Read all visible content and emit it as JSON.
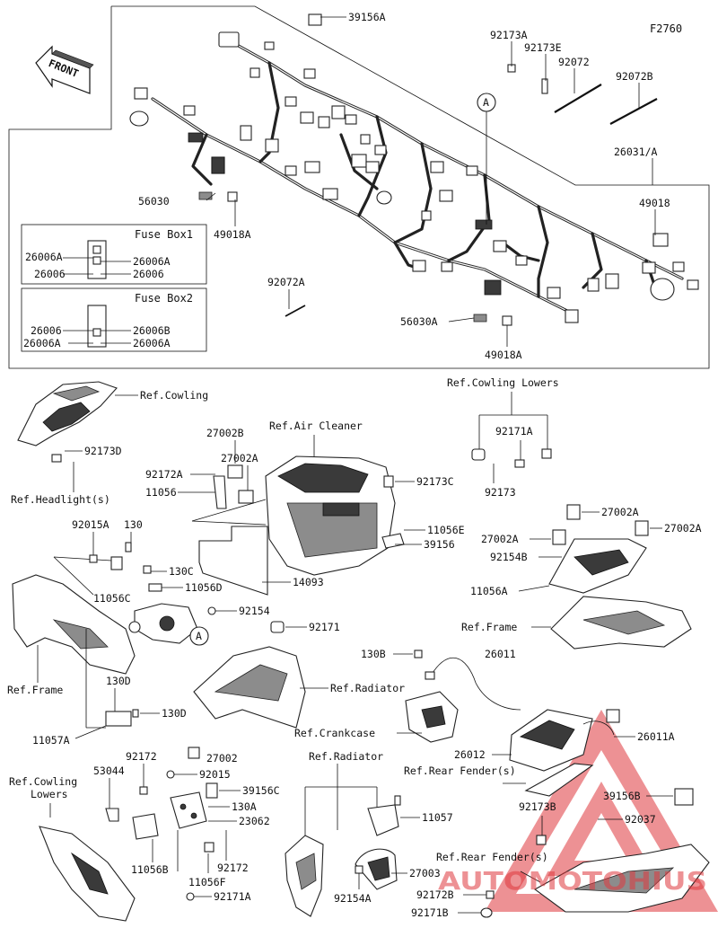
{
  "figure_code": "F2760",
  "front_label": "FRONT",
  "fuse_box_1": {
    "title": "Fuse Box1",
    "left": [
      "26006A",
      "26006"
    ],
    "right": [
      "26006A",
      "26006"
    ]
  },
  "fuse_box_2": {
    "title": "Fuse Box2",
    "left": [
      "26006",
      "26006A"
    ],
    "right": [
      "26006B",
      "26006A"
    ]
  },
  "top_labels": {
    "p39156A": "39156A",
    "p92173A": "92173A",
    "p92173E": "92173E",
    "p92072": "92072",
    "p92072B": "92072B",
    "p26031A": "26031/A",
    "p49018": "49018",
    "p56030": "56030",
    "p49018A": "49018A",
    "p92072A": "92072A",
    "p56030A": "56030A",
    "p49018A_2": "49018A",
    "callout_A": "A"
  },
  "left_labels": {
    "ref_cowling": "Ref.Cowling",
    "p92173D": "92173D",
    "ref_headlight": "Ref.Headlight(s)",
    "p92015A": "92015A",
    "p130": "130",
    "p130C": "130C",
    "p11056C": "11056C",
    "p11056D": "11056D",
    "p92154": "92154",
    "callout_A": "A",
    "ref_frame": "Ref.Frame",
    "p130D": "130D",
    "p130D_2": "130D",
    "p11057A": "11057A"
  },
  "center_labels": {
    "ref_air_cleaner": "Ref.Air Cleaner",
    "p27002B": "27002B",
    "p27002A": "27002A",
    "p92172A": "92172A",
    "p11056": "11056",
    "p92173C": "92173C",
    "p11056E": "11056E",
    "p39156": "39156",
    "p14093": "14093",
    "p92171": "92171",
    "ref_radiator": "Ref.Radiator"
  },
  "right_labels": {
    "ref_cowling_lowers": "Ref.Cowling Lowers",
    "p92171A": "92171A",
    "p92173": "92173",
    "p27002A_1": "27002A",
    "p27002A_2": "27002A",
    "p27002A_3": "27002A",
    "p92154B": "92154B",
    "p11056A": "11056A",
    "ref_frame": "Ref.Frame",
    "p130B": "130B",
    "p26011": "26011",
    "ref_crankcase": "Ref.Crankcase",
    "p26012": "26012",
    "p26011A": "26011A",
    "ref_rear_fenders": "Ref.Rear Fender(s)",
    "p39156B": "39156B",
    "p92173B": "92173B",
    "p92037": "92037",
    "ref_rear_fenders_2": "Ref.Rear Fender(s)",
    "p92172B": "92172B",
    "p92171B": "92171B"
  },
  "bottom_labels": {
    "ref_cowling_lowers": "Ref.Cowling Lowers",
    "p53044": "53044",
    "p92172": "92172",
    "p27002": "27002",
    "p92015": "92015",
    "p39156C": "39156C",
    "p130A": "130A",
    "p23062": "23062",
    "p11056B": "11056B",
    "p92172_2": "92172",
    "p11056F": "11056F",
    "p92171A": "92171A",
    "ref_radiator": "Ref.Radiator",
    "p11057": "11057",
    "p27003": "27003",
    "p92154A": "92154A"
  },
  "watermark": "AUTOMOTOHIUS",
  "colors": {
    "line": "#111111",
    "watermark": "#e0393e"
  }
}
